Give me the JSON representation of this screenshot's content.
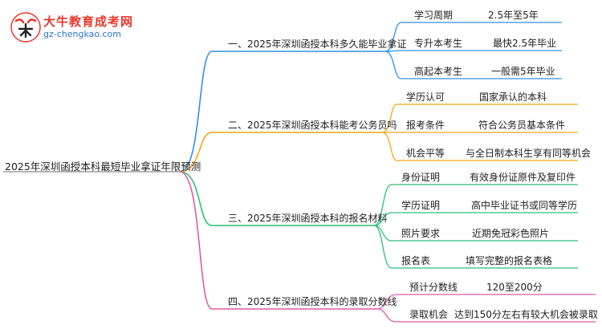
{
  "logo": {
    "title": "大牛教育成考网",
    "url": "gz-chengkao.com",
    "icon": "bull-logo-icon"
  },
  "root": "2025年深圳函授本科最短毕业拿证年限预测",
  "colors": {
    "root_line": "#9e9e9e",
    "branch1": "#2f8fe6",
    "branch2": "#f4a515",
    "branch3": "#2cbf7a",
    "branch4": "#e05aa3"
  },
  "branches": [
    {
      "label": "一、2025年深圳函授本科多久能毕业拿证",
      "leaves": [
        {
          "key": "学习周期",
          "value": "2.5年至5年"
        },
        {
          "key": "专升本考生",
          "value": "最快2.5年毕业"
        },
        {
          "key": "高起本考生",
          "value": "一般需5年毕业"
        }
      ]
    },
    {
      "label": "二、2025年深圳函授本科能考公务员吗",
      "leaves": [
        {
          "key": "学历认可",
          "value": "国家承认的本科"
        },
        {
          "key": "报考条件",
          "value": "符合公务员基本条件"
        },
        {
          "key": "机会平等",
          "value": "与全日制本科生享有同等机会"
        }
      ]
    },
    {
      "label": "三、2025年深圳函授本科的报名材料",
      "leaves": [
        {
          "key": "身份证明",
          "value": "有效身份证原件及复印件"
        },
        {
          "key": "学历证明",
          "value": "高中毕业证书或同等学历"
        },
        {
          "key": "照片要求",
          "value": "近期免冠彩色照片"
        },
        {
          "key": "报名表",
          "value": "填写完整的报名表格"
        }
      ]
    },
    {
      "label": "四、2025年深圳函授本科的录取分数线",
      "leaves": [
        {
          "key": "预计分数线",
          "value": "120至200分"
        },
        {
          "key": "录取机会",
          "value": "达到150分左右有较大机会被录取"
        }
      ]
    }
  ]
}
